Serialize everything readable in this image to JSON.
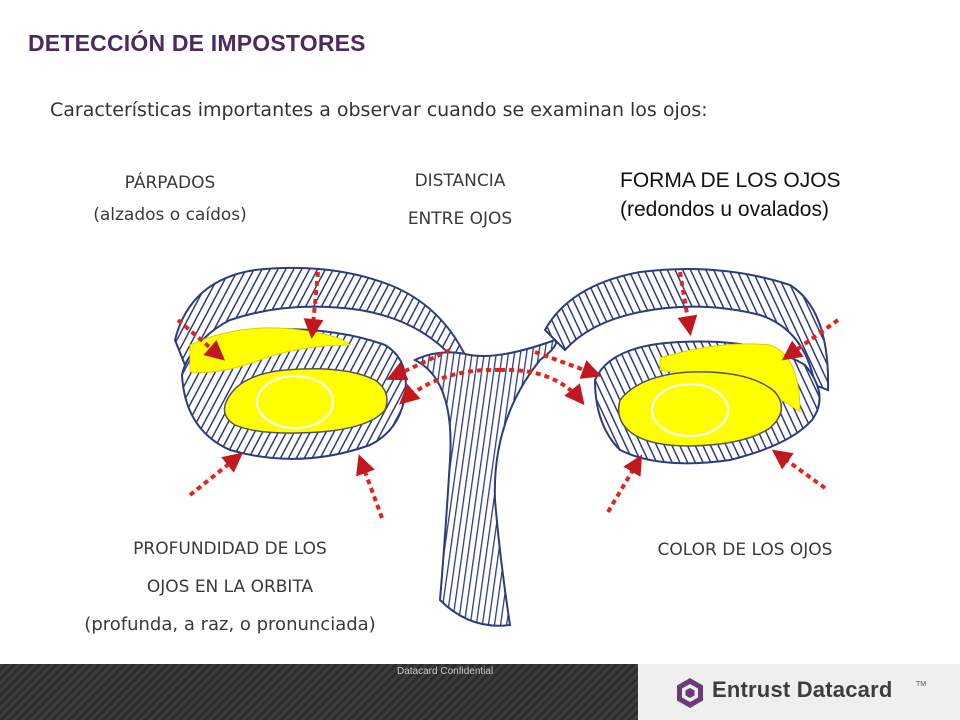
{
  "slide": {
    "title": "DETECCIÓN DE IMPOSTORES",
    "subtitle": "Características importantes a observar cuando se examinan los ojos:"
  },
  "labels": {
    "eyelids": {
      "line1": "PÁRPADOS",
      "line2": "(alzados o caídos)"
    },
    "distance": {
      "line1": "DISTANCIA",
      "line2": "ENTRE OJOS"
    },
    "shape": {
      "line1": "FORMA DE LOS OJOS",
      "line2": "(redondos u ovalados)"
    },
    "depth": {
      "line1": "PROFUNDIDAD DE LOS",
      "line2": "OJOS EN LA ORBITA",
      "line3": "(profunda, a raz, o pronunciada)"
    },
    "color": {
      "line1": "COLOR DE LOS OJOS"
    }
  },
  "footer": {
    "confidential": "Datacard Confidential",
    "brand": "Entrust Datacard",
    "trademark": "TM"
  },
  "colors": {
    "title": "#4b2a5e",
    "eye_fill": "#ffff00",
    "sketch_stroke": "#2e3b7c",
    "arrow": "#e0261b",
    "logo_purple": "#6b3a7d"
  },
  "icons": {
    "brand_logo": "hexagon-logo-icon"
  }
}
